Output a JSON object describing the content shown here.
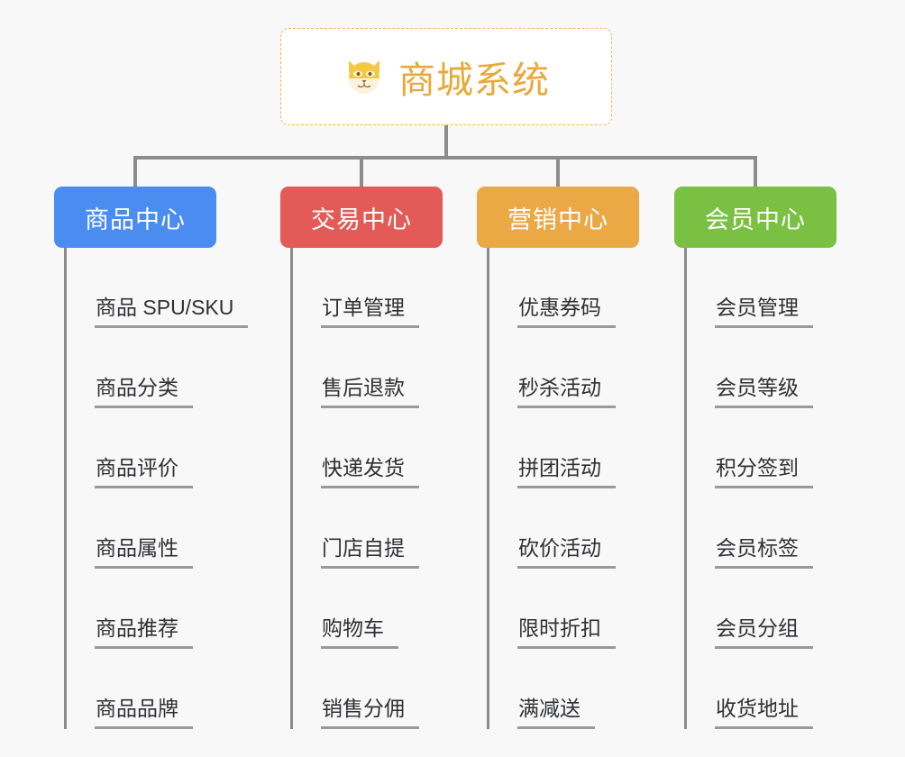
{
  "page": {
    "background_color": "#f8f8f8",
    "type": "organization-chart"
  },
  "root": {
    "title": "商城系统",
    "icon": "dog-face-icon",
    "icon_glyph": "🐶",
    "text_color": "#e8a93c",
    "border_color": "#edb84a",
    "background_color": "#ffffff"
  },
  "connector": {
    "color": "#8c8c8c"
  },
  "branches": [
    {
      "label": "商品中心",
      "color": "#4a8cf0",
      "text_color": "#ffffff",
      "items": [
        "商品 SPU/SKU",
        "商品分类",
        "商品评价",
        "商品属性",
        "商品推荐",
        "商品品牌"
      ]
    },
    {
      "label": "交易中心",
      "color": "#e35a56",
      "text_color": "#ffffff",
      "items": [
        "订单管理",
        "售后退款",
        "快递发货",
        "门店自提",
        "购物车",
        "销售分佣"
      ]
    },
    {
      "label": "营销中心",
      "color": "#eaa945",
      "text_color": "#ffffff",
      "items": [
        "优惠券码",
        "秒杀活动",
        "拼团活动",
        "砍价活动",
        "限时折扣",
        "满减送"
      ]
    },
    {
      "label": "会员中心",
      "color": "#7ac143",
      "text_color": "#ffffff",
      "items": [
        "会员管理",
        "会员等级",
        "积分签到",
        "会员标签",
        "会员分组",
        "收货地址"
      ]
    }
  ]
}
